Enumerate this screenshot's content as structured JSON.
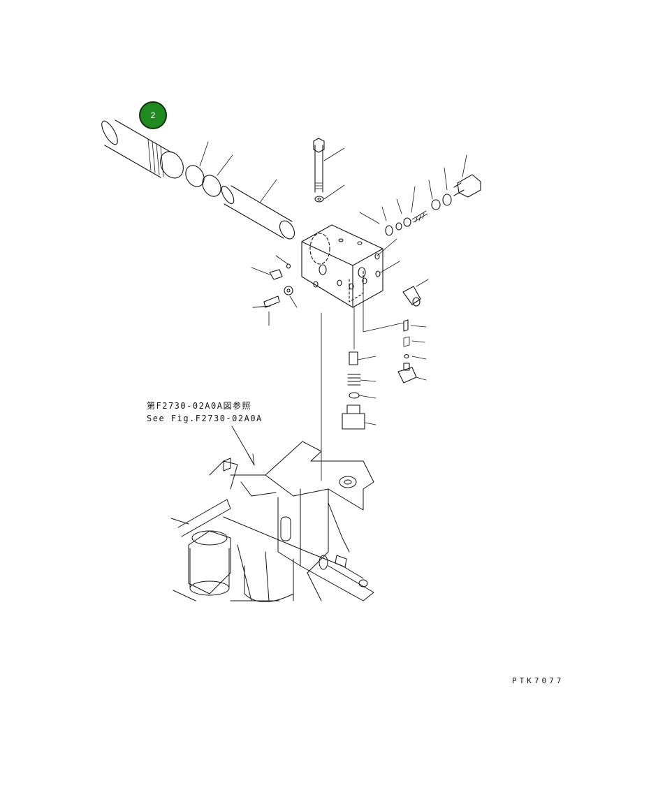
{
  "callout": {
    "label": "2"
  },
  "reference": {
    "japanese": "第F2730-02A0A図参照",
    "english": "See Fig.F2730-02A0A"
  },
  "drawing_code": "PTK7077"
}
